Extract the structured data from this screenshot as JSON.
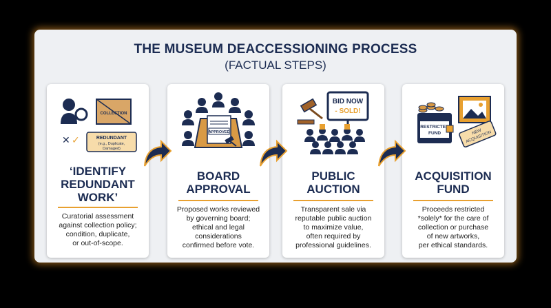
{
  "header": {
    "title": "THE MUSEUM DEACCESSIONING PROCESS",
    "subtitle": "(FACTUAL STEPS)"
  },
  "steps": [
    {
      "heading_lines": [
        "‘IDENTIFY",
        "REDUNDANT",
        "WORK’"
      ],
      "description_lines": [
        "Curatorial assessment",
        "against collection policy;",
        "condition, duplicate,",
        "or out-of-scope."
      ],
      "illustration_labels": {
        "crate": "COLLECTION",
        "tag_title": "REDUNDANT",
        "tag_detail": "(e.g., Duplicate,",
        "tag_detail2": "Damaged)"
      }
    },
    {
      "heading_lines": [
        "BOARD",
        "APPROVAL"
      ],
      "description_lines": [
        "Proposed works reviewed",
        "by governing board;",
        "ethical and legal",
        "considerations",
        "confirmed before vote."
      ],
      "illustration_labels": {
        "stamp": "APPROVED"
      }
    },
    {
      "heading_lines": [
        "PUBLIC",
        "AUCTION"
      ],
      "description_lines": [
        "Transparent sale via",
        "reputable public auction",
        "to maximize value,",
        "often required by",
        "professional guidelines."
      ],
      "illustration_labels": {
        "screen_line1": "BID NOW",
        "screen_line2": "- SOLD!"
      }
    },
    {
      "heading_lines": [
        "ACQUISITION",
        "FUND"
      ],
      "description_lines": [
        "Proceeds restricted",
        "*solely* for the care of",
        "collection or purchase",
        "of new artworks,",
        "per ethical standards."
      ],
      "illustration_labels": {
        "chest_line1": "RESTRICTED",
        "chest_line2": "FUND",
        "tag_line1": "NEW",
        "tag_line2": "ACQUISITION"
      }
    }
  ],
  "colors": {
    "navy": "#1c2c52",
    "accent": "#e8a030",
    "panel": "#eef0f3"
  }
}
